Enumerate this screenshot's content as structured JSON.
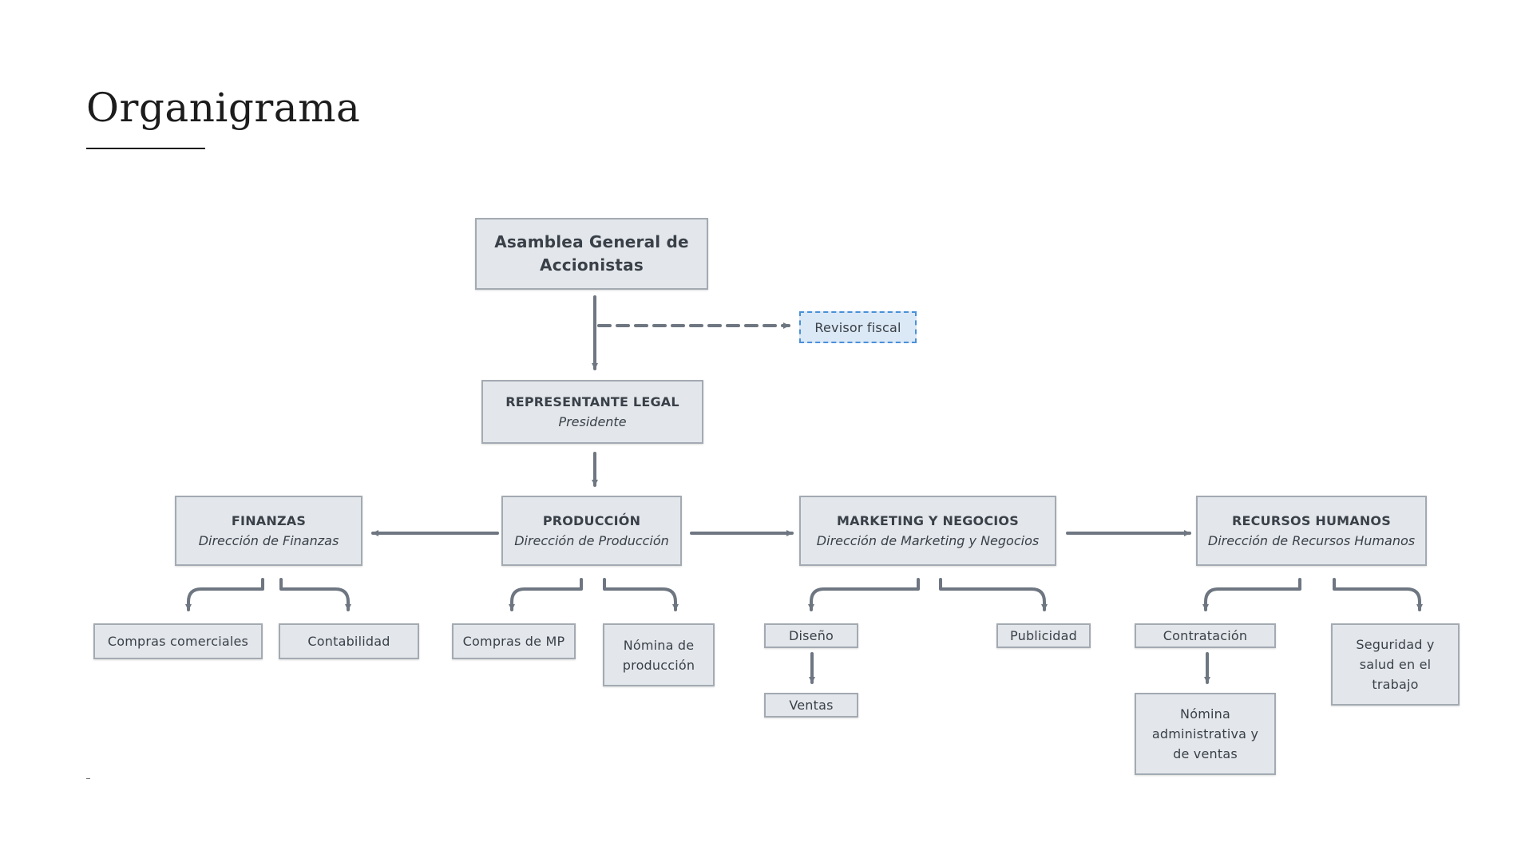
{
  "title": "Organigrama",
  "colors": {
    "box_fill": "#e3e7ec",
    "box_border": "#a3aab2",
    "connector": "#6e7681",
    "dashed_border": "#4a90d9",
    "dashed_fill": "#dbe8f5"
  },
  "org": {
    "asamblea": {
      "title": "Asamblea General de Accionistas"
    },
    "revisor": {
      "title": "Revisor fiscal"
    },
    "representante": {
      "title": "REPRESENTANTE LEGAL",
      "subtitle": "Presidente"
    },
    "finanzas": {
      "title": "FINANZAS",
      "subtitle": "Dirección de Finanzas"
    },
    "produccion": {
      "title": "PRODUCCIÓN",
      "subtitle": "Dirección de Producción"
    },
    "marketing": {
      "title": "MARKETING Y NEGOCIOS",
      "subtitle": "Dirección de Marketing y Negocios"
    },
    "rrhh": {
      "title": "RECURSOS HUMANOS",
      "subtitle": "Dirección de Recursos Humanos"
    },
    "compras_comerciales": {
      "title": "Compras comerciales"
    },
    "contabilidad": {
      "title": "Contabilidad"
    },
    "compras_mp": {
      "title": "Compras de MP"
    },
    "nomina_produccion": {
      "title": "Nómina de producción"
    },
    "diseno": {
      "title": "Diseño"
    },
    "ventas": {
      "title": "Ventas"
    },
    "publicidad": {
      "title": "Publicidad"
    },
    "contratacion": {
      "title": "Contratación"
    },
    "nomina_admin": {
      "title": "Nómina administrativa y de ventas"
    },
    "seguridad": {
      "title": "Seguridad y salud en el trabajo"
    }
  }
}
